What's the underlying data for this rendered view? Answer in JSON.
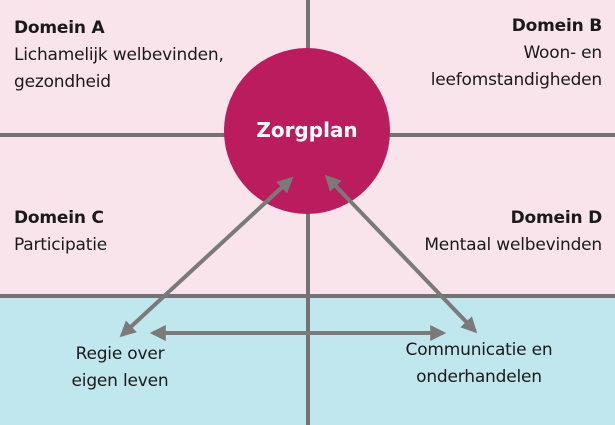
{
  "colors": {
    "domains_bg": "#f9e4eb",
    "bottom_bg": "#c0e6ee",
    "divider": "#737373",
    "hub": "#bb1c5e",
    "arrow": "#7a7a7a"
  },
  "hub": {
    "label": "Zorgplan"
  },
  "domains": [
    {
      "title": "Domein A",
      "lines": [
        "Lichamelijk welbevinden,",
        "gezondheid"
      ]
    },
    {
      "title": "Domein B",
      "lines": [
        "Woon- en",
        "leefomstandigheden"
      ]
    },
    {
      "title": "Domein C",
      "lines": [
        "Participatie"
      ]
    },
    {
      "title": "Domein D",
      "lines": [
        "Mentaal welbevinden"
      ]
    }
  ],
  "bottom": {
    "left_lines": [
      "Regie over",
      "eigen leven"
    ],
    "right_lines": [
      "Communicatie en",
      "onderhandelen"
    ]
  }
}
